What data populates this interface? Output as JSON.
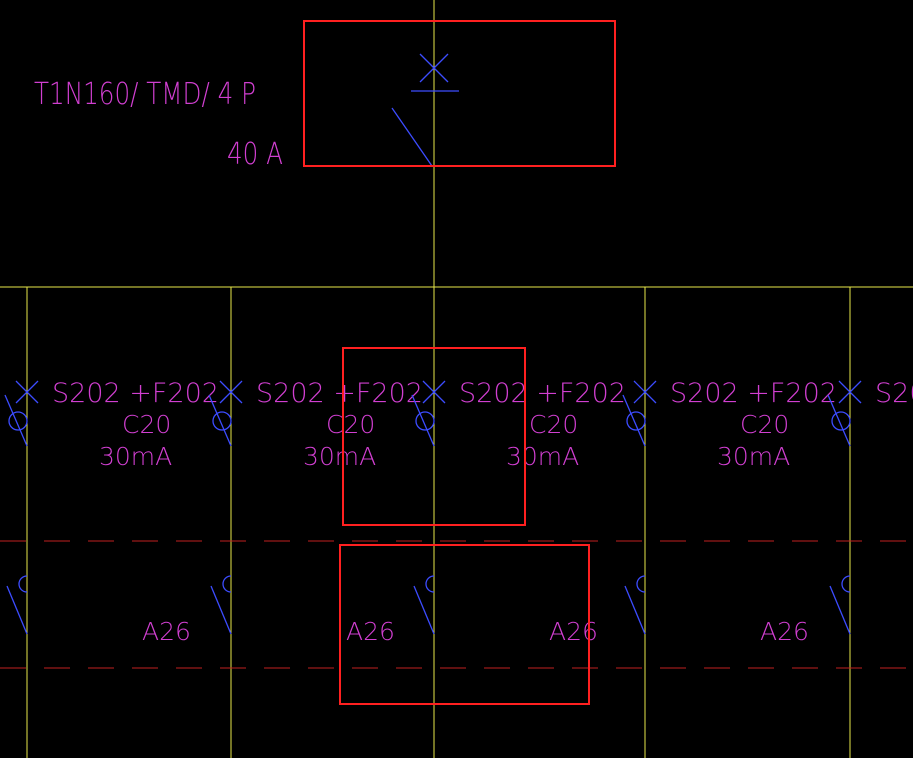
{
  "colors": {
    "background": "#000000",
    "bus_line": "#e8e84a",
    "symbol": "#3c4cff",
    "text": "#d13fd1",
    "highlight": "#ff2020",
    "dashed_line": "#c02020"
  },
  "main_breaker": {
    "model": "T1N160/ TMD/ 4 P",
    "rating": "40 A"
  },
  "branches": [
    {
      "model": "S202 +F202",
      "curve": "C20",
      "sensitivity": "30mA",
      "contactor": "A26"
    },
    {
      "model": "S202 +F202",
      "curve": "C20",
      "sensitivity": "30mA",
      "contactor": "A26"
    },
    {
      "model": "S202 +F202",
      "curve": "C20",
      "sensitivity": "30mA",
      "contactor": "A26"
    },
    {
      "model": "S202 +F202",
      "curve": "C20",
      "sensitivity": "30mA",
      "contactor": "A26"
    },
    {
      "model": "S20"
    }
  ]
}
